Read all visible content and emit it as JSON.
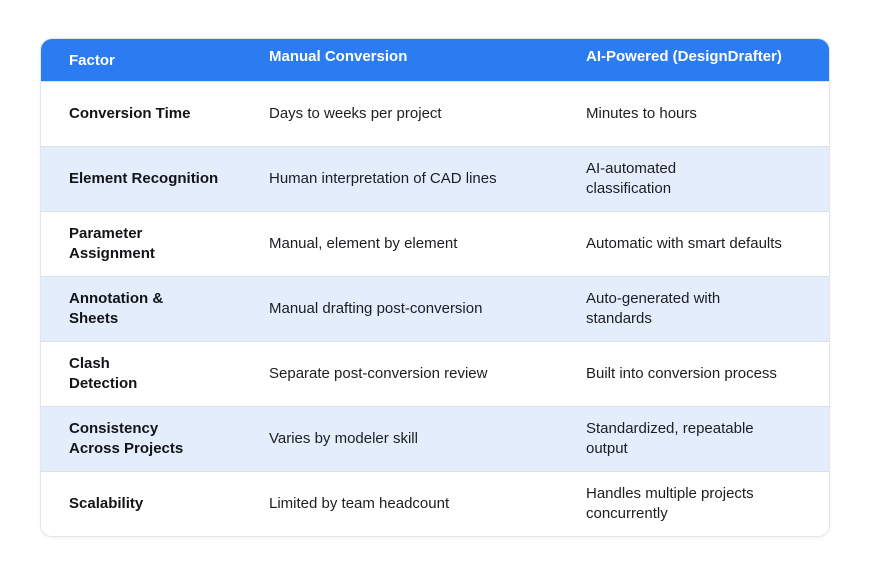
{
  "colors": {
    "header_bg": "#2b7cf0",
    "header_text": "#ffffff",
    "row_alt_bg": "#e3edfc",
    "row_bg": "#ffffff",
    "border": "#dce0e7",
    "factor_text": "#121417",
    "cell_text": "#1c1e21"
  },
  "table": {
    "columns": [
      {
        "label": "Factor"
      },
      {
        "label": "Manual Conversion"
      },
      {
        "label": "AI-Powered (DesignDrafter)"
      }
    ],
    "rows": [
      {
        "factor": "Conversion Time",
        "manual": "Days to weeks per project",
        "ai": "Minutes to hours"
      },
      {
        "factor": "Element Recognition",
        "manual": "Human interpretation of CAD lines",
        "ai": "AI-automated\nclassification"
      },
      {
        "factor": "Parameter\nAssignment",
        "manual": "Manual, element by element",
        "ai": "Automatic with smart defaults"
      },
      {
        "factor": "Annotation &\nSheets",
        "manual": "Manual drafting post-conversion",
        "ai": "Auto-generated with\nstandards"
      },
      {
        "factor": "Clash\nDetection",
        "manual": "Separate post-conversion review",
        "ai": "Built into conversion process"
      },
      {
        "factor": "Consistency\nAcross Projects",
        "manual": "Varies by modeler skill",
        "ai": "Standardized, repeatable\noutput"
      },
      {
        "factor": "Scalability",
        "manual": "Limited by team headcount",
        "ai": "Handles multiple projects\nconcurrently"
      }
    ]
  }
}
